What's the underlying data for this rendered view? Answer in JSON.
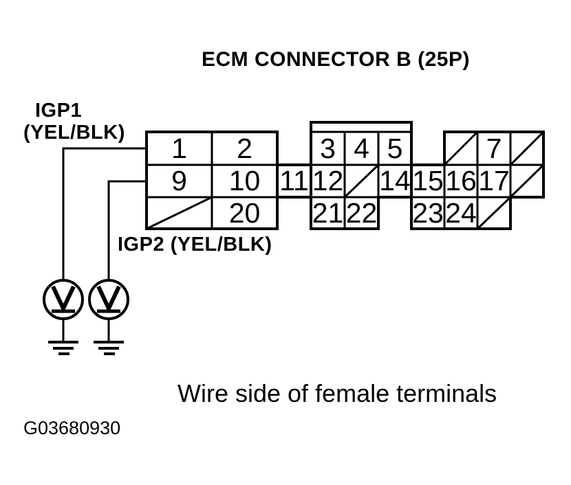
{
  "page": {
    "background": "#ffffff",
    "ink": "#000000"
  },
  "title": "ECM CONNECTOR B (25P)",
  "caption": "Wire side of female terminals",
  "figure_id": "G03680930",
  "wire_labels": {
    "igp1_line1": "IGP1",
    "igp1_line2": "(YEL/BLK)",
    "igp2": "IGP2 (YEL/BLK)"
  },
  "connector": {
    "pin_labels": [
      "1",
      "2",
      "3",
      "4",
      "5",
      "7",
      "9",
      "10",
      "11",
      "12",
      "14",
      "15",
      "16",
      "17",
      "20",
      "21",
      "22",
      "23",
      "24"
    ],
    "crossed_no_pin_cells": 6
  },
  "ground_symbols": {
    "count": 2,
    "circle_glyph": "V"
  }
}
